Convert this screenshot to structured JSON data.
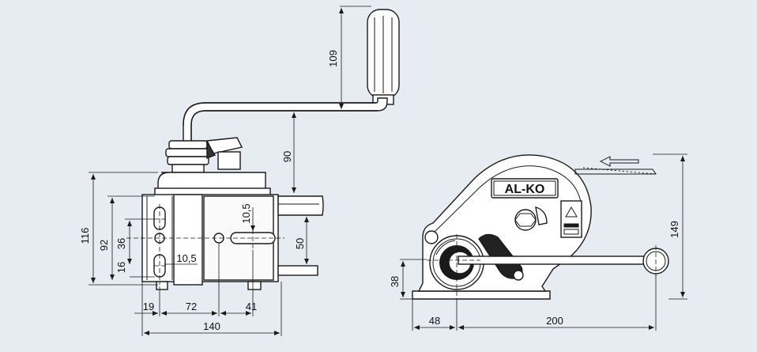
{
  "brand": {
    "logo_text": "AL-KO",
    "accent": "#1a1a1a",
    "background": "#e6ecf2"
  },
  "dimensions": {
    "handle_length": "109",
    "crank_offset": "90",
    "total_height_side": "116",
    "plate_height": "92",
    "hole_spacing_a": "36",
    "hole_spacing_b": "16",
    "slot_width_a": "10,5",
    "slot_width_b": "10,5",
    "slot_height": "50",
    "offset_left": "19",
    "hole_distance": "72",
    "slot_offset": "41",
    "overall_width": "140",
    "axis_height": "38",
    "axis_to_edge": "48",
    "crank_radius": "200",
    "overall_height": "149"
  }
}
